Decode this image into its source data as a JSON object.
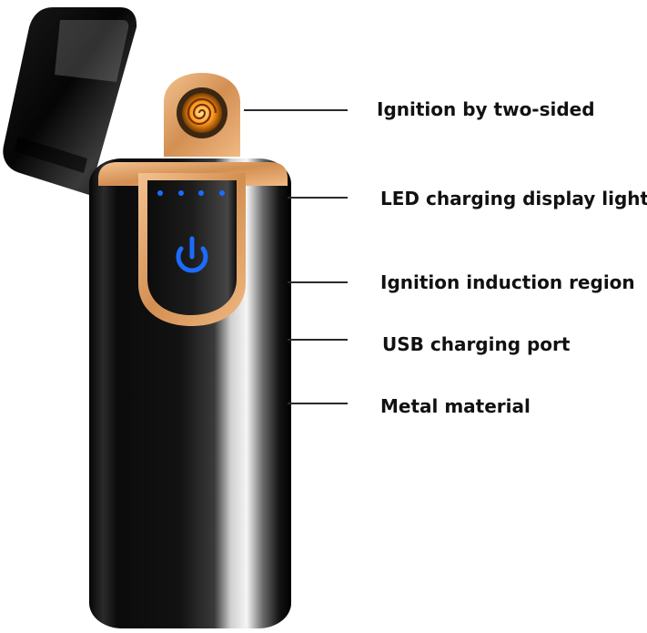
{
  "product": {
    "icon": "electric-lighter",
    "button_icon": "power-icon",
    "coil_icon": "heating-coil-icon",
    "colors": {
      "body": "#101010",
      "trim": "#d8975a",
      "led": "#1c6cff",
      "background": "#ffffff"
    },
    "led_count": 4
  },
  "callouts": [
    {
      "id": "ignition-two-sided",
      "label": "Ignition by two-sided"
    },
    {
      "id": "led-charging-display",
      "label": "LED charging display light"
    },
    {
      "id": "ignition-induction-region",
      "label": "Ignition induction region"
    },
    {
      "id": "usb-charging-port",
      "label": "USB charging port"
    },
    {
      "id": "metal-material",
      "label": "Metal material"
    }
  ]
}
